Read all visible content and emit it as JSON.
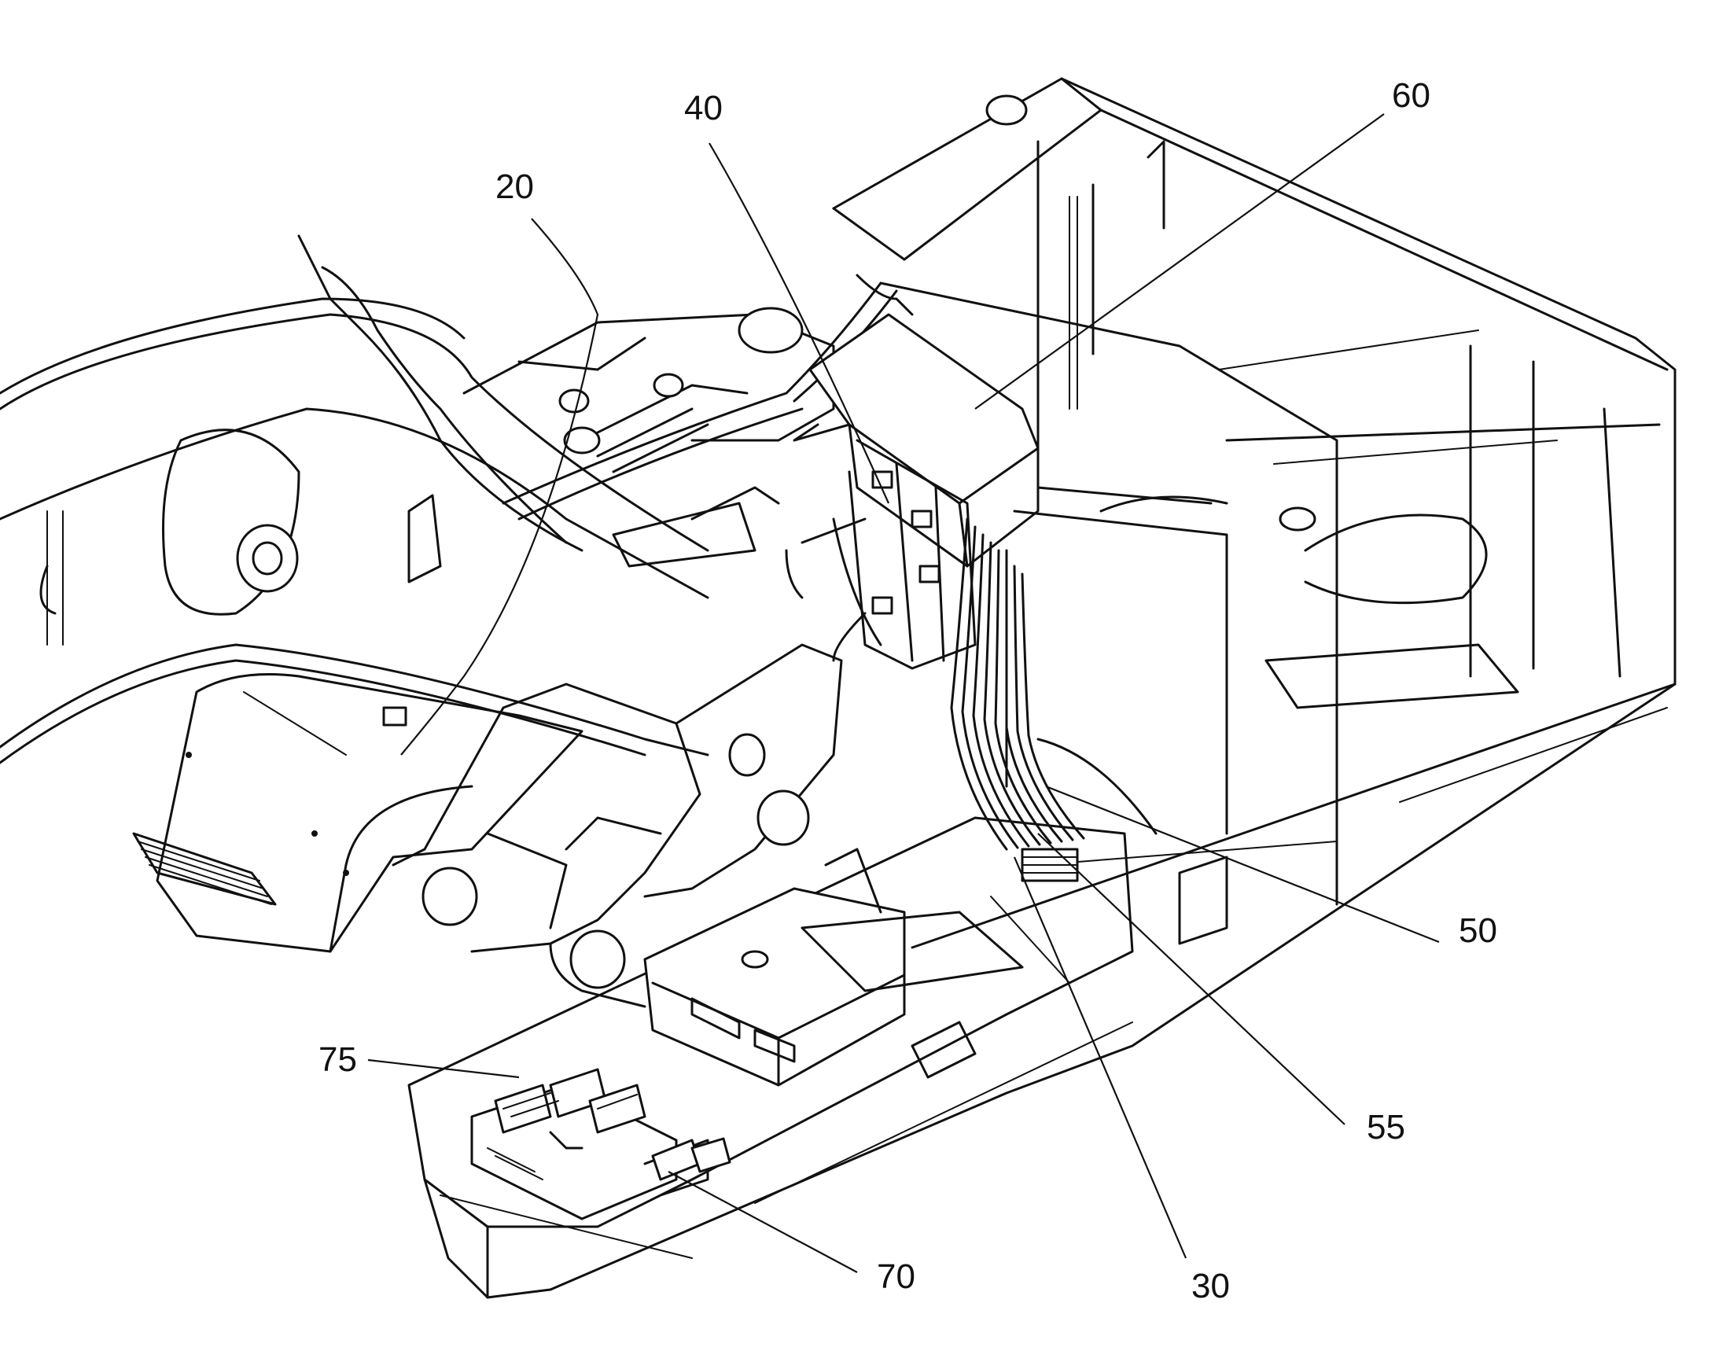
{
  "labels": {
    "l20": "20",
    "l30": "30",
    "l40": "40",
    "l50": "50",
    "l55": "55",
    "l60": "60",
    "l70": "70",
    "l75": "75"
  }
}
